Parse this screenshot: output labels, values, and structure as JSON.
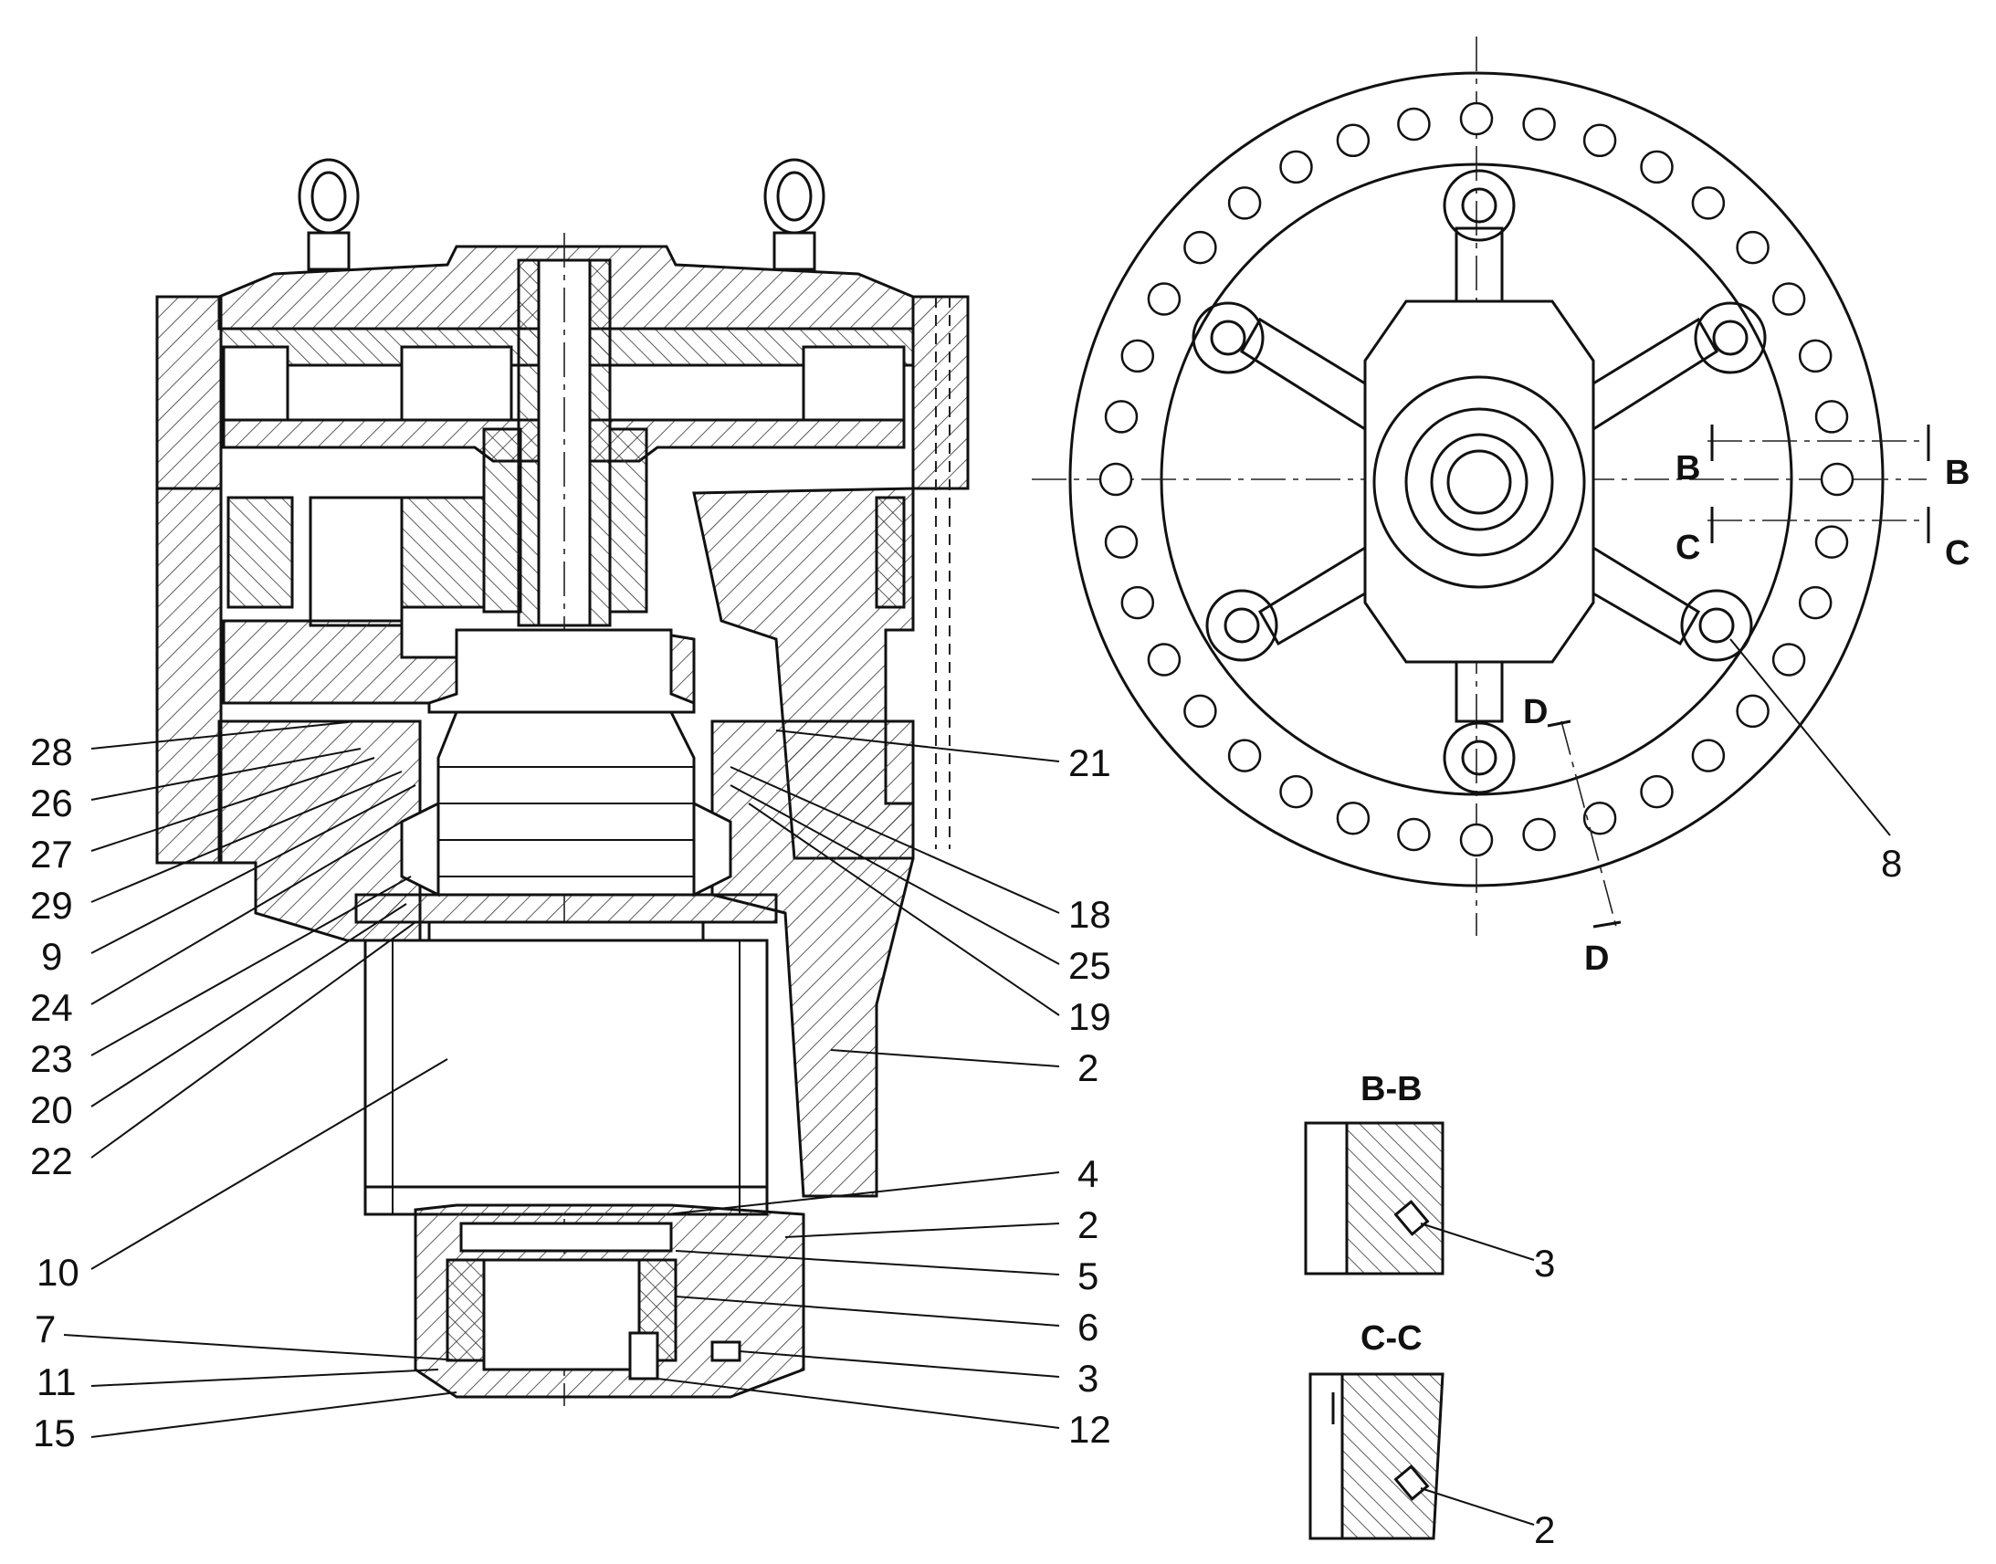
{
  "labels_left": [
    "28",
    "26",
    "27",
    "29",
    "9",
    "24",
    "23",
    "20",
    "22",
    "10",
    "7",
    "11",
    "15"
  ],
  "labels_right": [
    "21",
    "18",
    "25",
    "19",
    "2",
    "4",
    "2",
    "5",
    "6",
    "3",
    "12"
  ],
  "label_view": "8",
  "section_marks": {
    "b": "B",
    "c": "C",
    "d": "D"
  },
  "section_bb": {
    "title": "B-B",
    "part": "3"
  },
  "section_cc": {
    "title": "C-C",
    "part": "2"
  }
}
